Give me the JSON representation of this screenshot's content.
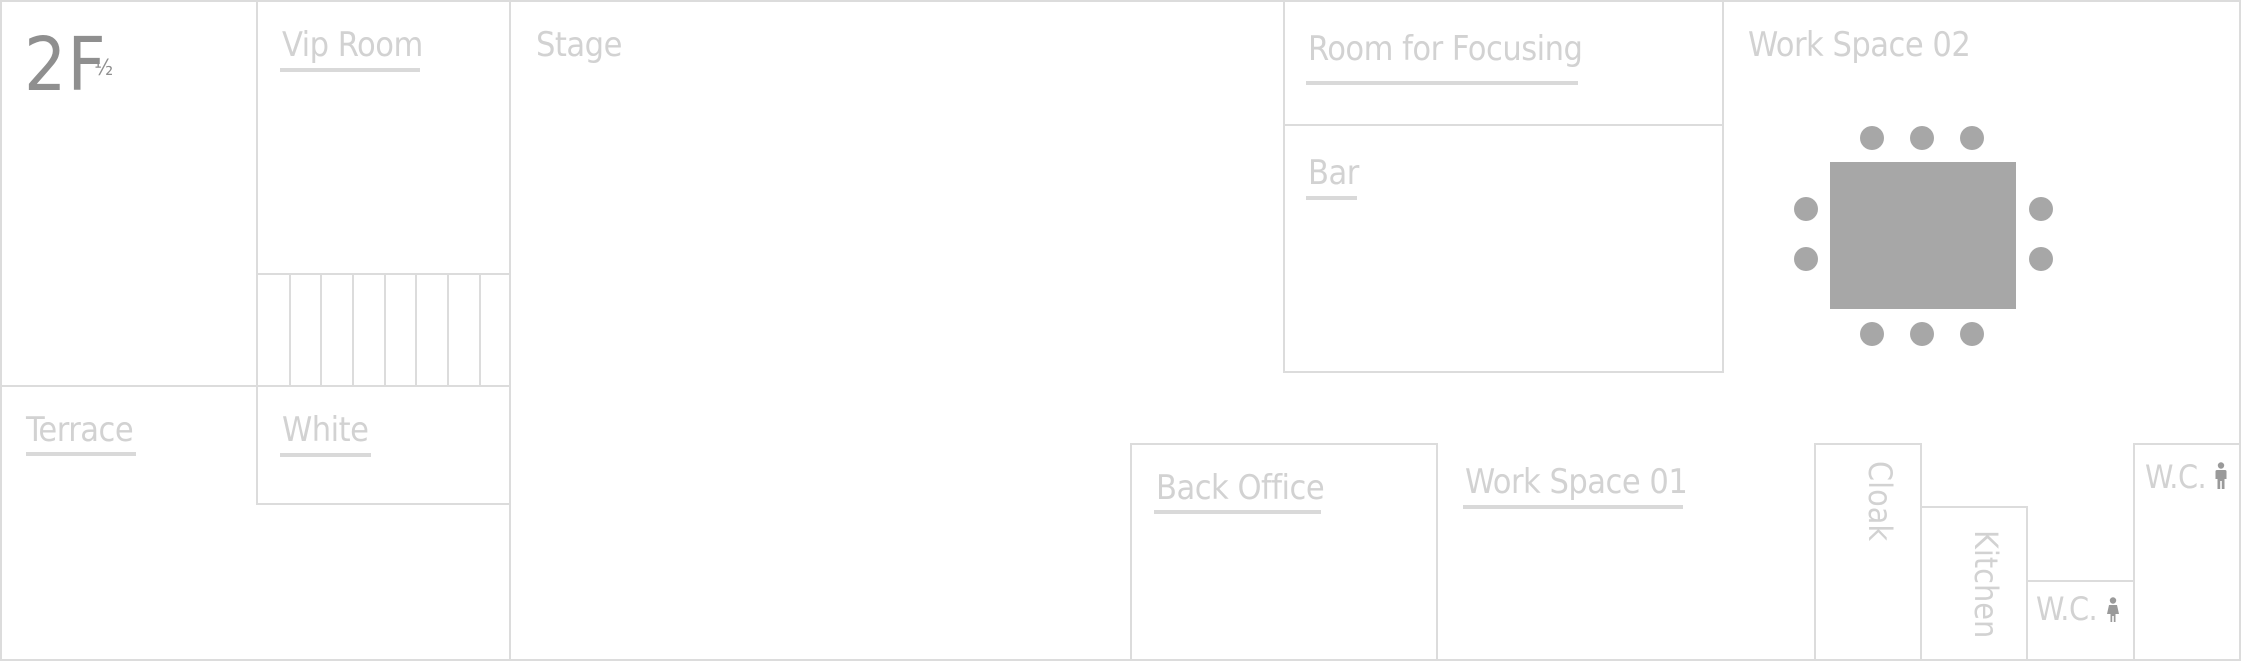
{
  "floor": {
    "main": "2F",
    "fraction": "½"
  },
  "rooms": {
    "vip": "Vip Room",
    "stage": "Stage",
    "focus": "Room for Focusing",
    "ws02": "Work Space 02",
    "bar": "Bar",
    "terrace": "Terrace",
    "white": "White",
    "backoffice": "Back Office",
    "ws01": "Work Space 01",
    "cloak": "Cloak",
    "kitchen": "Kitchen",
    "wc_female": "W.C.",
    "wc_male": "W.C."
  },
  "icons": {
    "wc_female": "female-person-icon",
    "wc_male": "male-person-icon"
  },
  "colors": {
    "wall": "#dcdcdc",
    "label": "#d2d2d2",
    "furniture": "#a7a7a7",
    "floor_label": "#8f8f8f"
  }
}
